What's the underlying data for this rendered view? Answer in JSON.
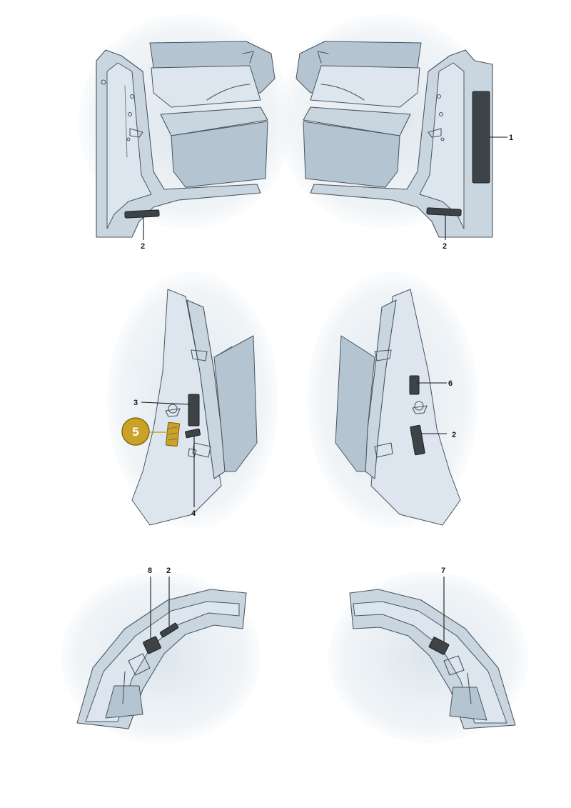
{
  "diagram": {
    "callouts": [
      {
        "label": "1"
      },
      {
        "label": "2"
      },
      {
        "label": "2"
      },
      {
        "label": "3"
      },
      {
        "label": "4"
      },
      {
        "label": "6"
      },
      {
        "label": "2"
      },
      {
        "label": "8"
      },
      {
        "label": "2"
      },
      {
        "label": "7"
      }
    ],
    "highlight": {
      "label": "5",
      "color": "#c9a227"
    }
  },
  "colors": {
    "body": "#c9d6e0",
    "pad": "#3e4348",
    "outline": "#4a5560",
    "highlight": "#c9a227"
  }
}
